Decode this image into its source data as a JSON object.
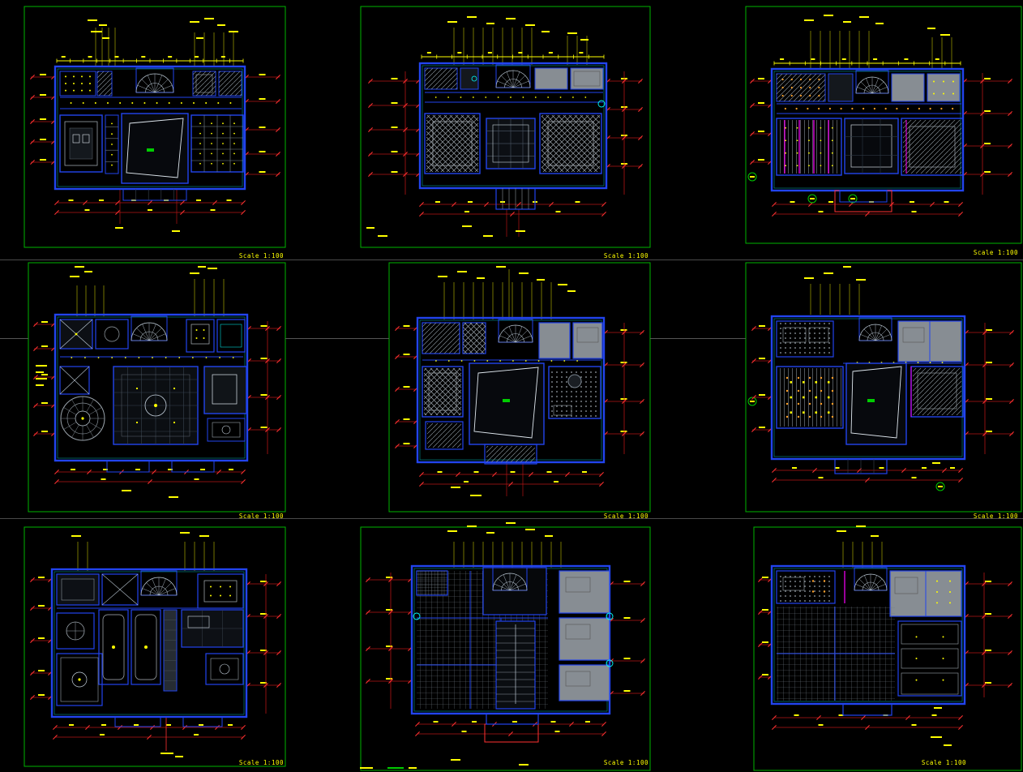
{
  "app": {
    "type": "cad-drawing-canvas",
    "background": "#000000"
  },
  "colors": {
    "background": "#000000",
    "viewport_green": "#00b400",
    "wall_blue": "#2244ee",
    "detail_cyan": "#00ffff",
    "dim_red": "#b41414",
    "dim_red_bright": "#ff3232",
    "anno_yellow": "#ffff00",
    "hatch_gray": "#8a939b",
    "room_gray": "#878d93",
    "accent_magenta": "#ff00ff",
    "marker_green": "#00cd00",
    "stair_white": "#b9c6d2",
    "orange": "#ffa028",
    "separator_gray": "#4a4a4a"
  },
  "panels": [
    {
      "id": "plan-1",
      "row": 1,
      "col": 1,
      "label": "Scale 1:100"
    },
    {
      "id": "plan-2",
      "row": 1,
      "col": 2,
      "label": "Scale 1:100"
    },
    {
      "id": "plan-3",
      "row": 1,
      "col": 3,
      "label": "Scale 1:100"
    },
    {
      "id": "plan-4",
      "row": 2,
      "col": 1,
      "label": "Scale 1:100"
    },
    {
      "id": "plan-5",
      "row": 2,
      "col": 2,
      "label": "Scale 1:100"
    },
    {
      "id": "plan-6",
      "row": 2,
      "col": 3,
      "label": "Scale 1:100"
    },
    {
      "id": "plan-7",
      "row": 3,
      "col": 1,
      "label": "Scale 1:100"
    },
    {
      "id": "plan-8",
      "row": 3,
      "col": 2,
      "label": "Scale 1:100"
    },
    {
      "id": "plan-9",
      "row": 3,
      "col": 3,
      "label": "Scale 1:100"
    }
  ]
}
